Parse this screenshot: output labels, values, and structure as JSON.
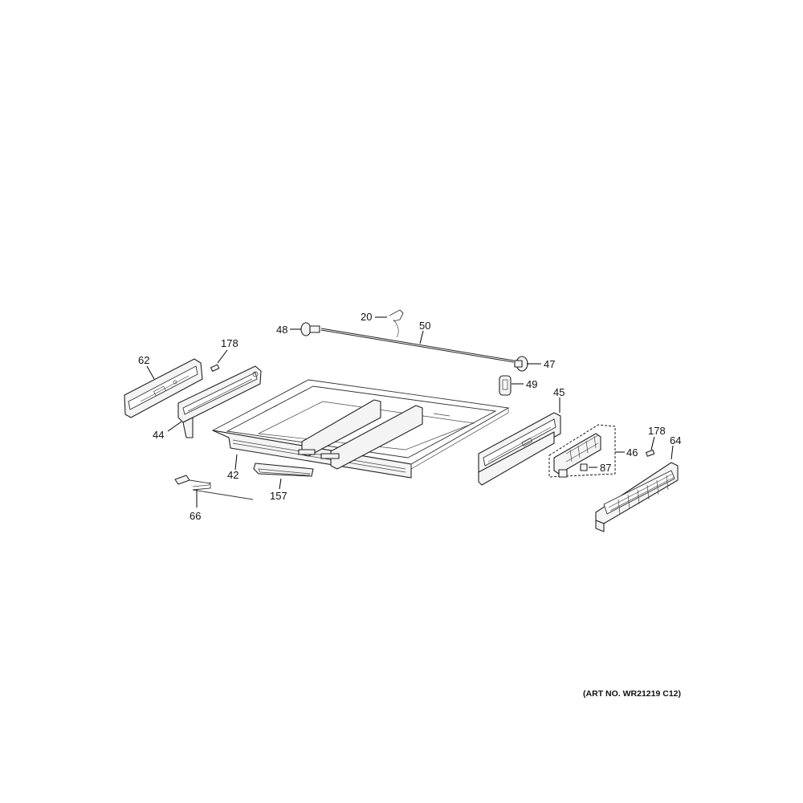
{
  "callouts": {
    "c20": "20",
    "c48": "48",
    "c50": "50",
    "c47": "47",
    "c49": "49",
    "c62": "62",
    "c178a": "178",
    "c44": "44",
    "c42": "42",
    "c157": "157",
    "c66": "66",
    "c45": "45",
    "c46": "46",
    "c87": "87",
    "c178b": "178",
    "c64": "64"
  },
  "art_number": "(ART NO. WR21219 C12)"
}
